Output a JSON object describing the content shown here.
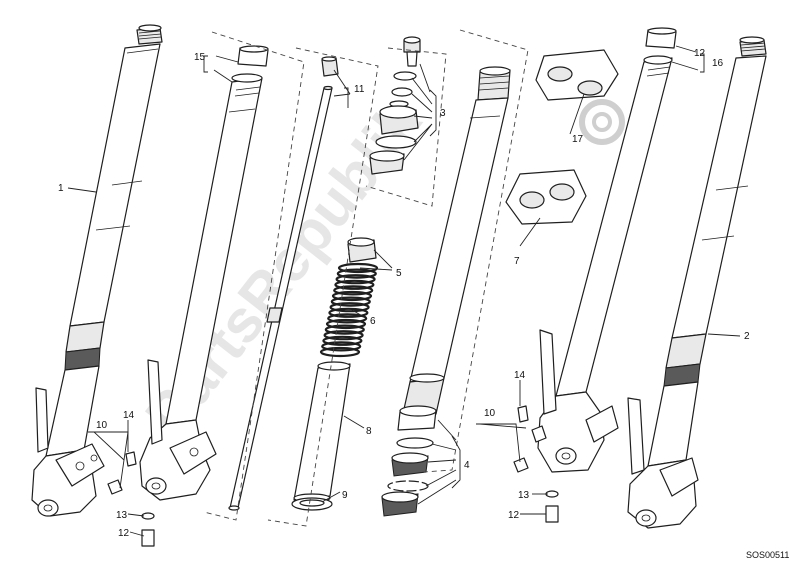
{
  "diagram": {
    "watermark_text": "PartsRepublik",
    "drawing_code": "SOS00511",
    "callouts": {
      "c1": "1",
      "c2": "2",
      "c3": "3",
      "c4": "4",
      "c5": "5",
      "c6": "6",
      "c7": "7",
      "c8": "8",
      "c9": "9",
      "c10a": "10",
      "c10b": "10",
      "c11": "11",
      "c12a": "12",
      "c12b": "12",
      "c12c": "12",
      "c13a": "13",
      "c13b": "13",
      "c14a": "14",
      "c14b": "14",
      "c15": "15",
      "c16": "16",
      "c17": "17"
    },
    "colors": {
      "ink": "#1f1f1f",
      "watermark": "#d2d2d2",
      "background": "#ffffff"
    }
  }
}
